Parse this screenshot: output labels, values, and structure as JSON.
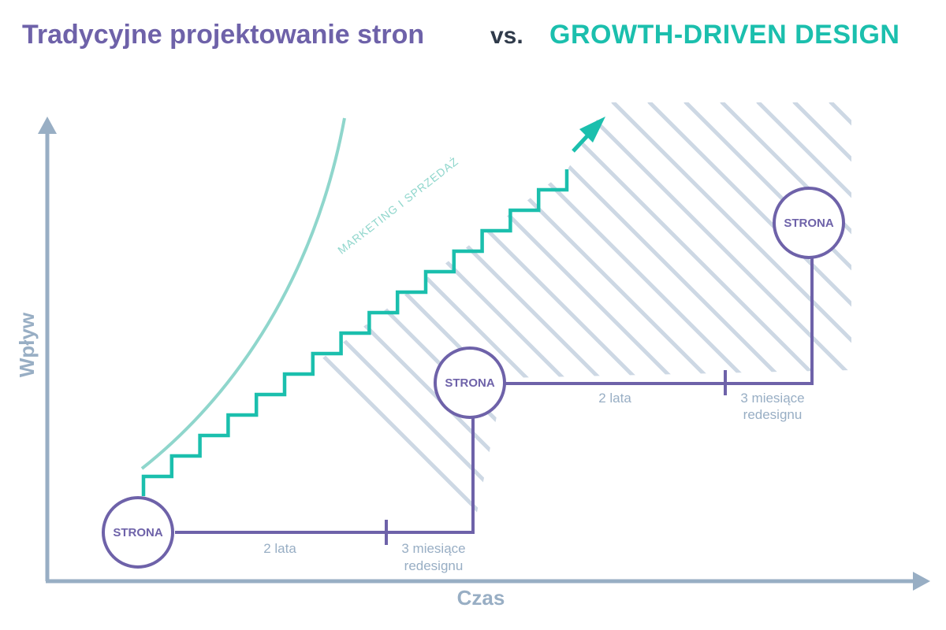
{
  "title": {
    "traditional": "Tradycyjne projektowanie stron",
    "vs": "vs.",
    "gdd": "GROWTH-DRIVEN DESIGN"
  },
  "axes": {
    "y_label": "Wpływ",
    "x_label": "Czas"
  },
  "curve_label": "MARKETING I SPRZEDAŻ",
  "nodes": [
    {
      "label": "STRONA"
    },
    {
      "label": "STRONA"
    },
    {
      "label": "STRONA"
    }
  ],
  "segments": [
    {
      "duration": "2 lata",
      "redesign_line1": "3 miesiące",
      "redesign_line2": "redesignu"
    },
    {
      "duration": "2 lata",
      "redesign_line1": "3 miesiące",
      "redesign_line2": "redesignu"
    }
  ],
  "colors": {
    "purple": "#6e62a9",
    "teal": "#1bbfad",
    "light_teal": "#8fd6cc",
    "axis": "#98aec4",
    "hatch": "#cdd8e4",
    "dark": "#2f3a4a"
  }
}
